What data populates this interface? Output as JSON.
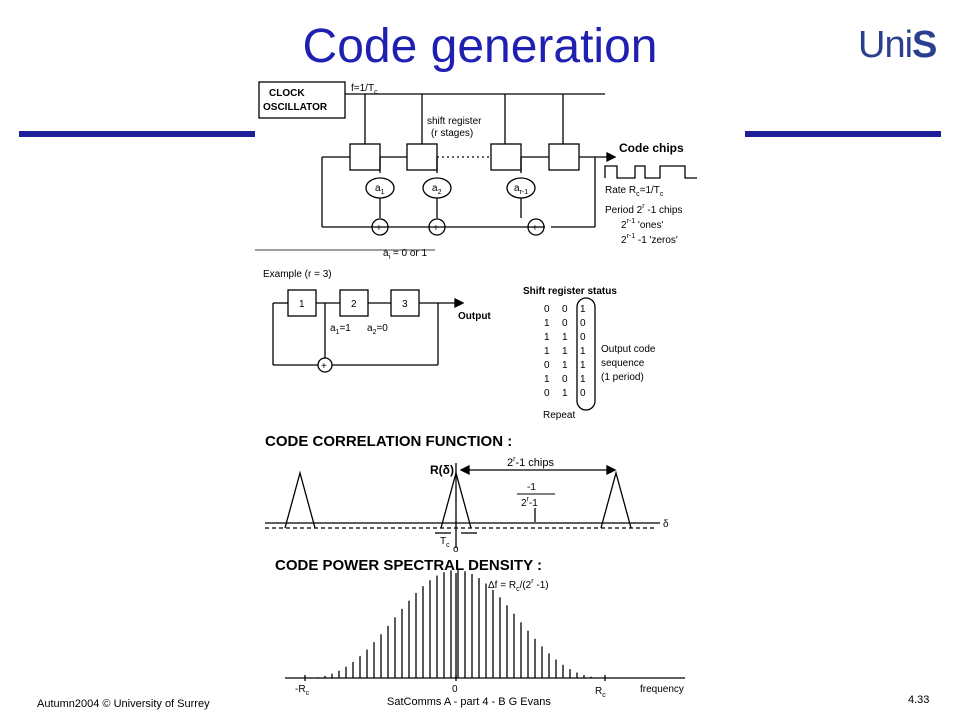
{
  "slide": {
    "title": "Code generation",
    "logo": {
      "text_light": "Uni",
      "text_bold": "S"
    }
  },
  "generator": {
    "clock_label_1": "CLOCK",
    "clock_label_2": "OSCILLATOR",
    "freq": "f=1/T",
    "freq_sub": "c",
    "shift_register_1": "shift register",
    "shift_register_2": "(r stages)",
    "tap_labels": [
      "a",
      "a",
      "a"
    ],
    "tap_subs": [
      "1",
      "2",
      "r-1"
    ],
    "plus": "+",
    "tap_rule": "a",
    "tap_rule_sub": "i",
    "tap_rule_rest": " = 0 or 1",
    "code_chips": "Code chips",
    "rate": "Rate R",
    "rate_rest": "c",
    "rate_eq": "=1/T",
    "rate_eq_sub": "c",
    "period": "Period  2",
    "period_sup": "r",
    "period_rest": " -1 chips",
    "ones": "2",
    "ones_sup": "r-1",
    "ones_rest": " 'ones'",
    "zeros": "2",
    "zeros_sup": "r-1",
    "zeros_rest": " -1 'zeros'"
  },
  "example": {
    "title": "Example (r = 3)",
    "stages": [
      "1",
      "2",
      "3"
    ],
    "output": "Output",
    "tap1": "a",
    "tap1_sub": "1",
    "tap1_val": "=1",
    "tap2": "a",
    "tap2_sub": "2",
    "tap2_val": "=0",
    "plus": "+",
    "status_title": "Shift register status",
    "status_rows": [
      [
        "0",
        "0",
        "1"
      ],
      [
        "1",
        "0",
        "0"
      ],
      [
        "1",
        "1",
        "0"
      ],
      [
        "1",
        "1",
        "1"
      ],
      [
        "0",
        "1",
        "1"
      ],
      [
        "1",
        "0",
        "1"
      ],
      [
        "0",
        "1",
        "0"
      ]
    ],
    "repeat": "Repeat",
    "output_label": [
      "Output code",
      "sequence",
      "(1 period)"
    ]
  },
  "correlation": {
    "title": "CODE CORRELATION FUNCTION :",
    "r_label": "R(δ)",
    "period_label": "2",
    "period_sup": "r",
    "period_rest": "-1 chips",
    "frac_num": "-1",
    "frac_den": "2",
    "frac_den_sup": "r",
    "frac_den_rest": "-1",
    "tc": "T",
    "tc_sub": "c",
    "zero": "o",
    "delta": "δ"
  },
  "psd": {
    "title": "CODE POWER SPECTRAL DENSITY :",
    "df": "Δf = R",
    "df_sub": "c",
    "df_rest": "/(2",
    "df_sup": "r",
    "df_end": " -1)",
    "neg_rc": "-R",
    "neg_rc_sub": "c",
    "zero": "0",
    "rc": "R",
    "rc_sub": "c",
    "frequency": "frequency"
  },
  "footer": {
    "left": "Autumn2004 © University of Surrey",
    "center": "SatComms A - part 4 - B G Evans",
    "right": "4.33"
  }
}
